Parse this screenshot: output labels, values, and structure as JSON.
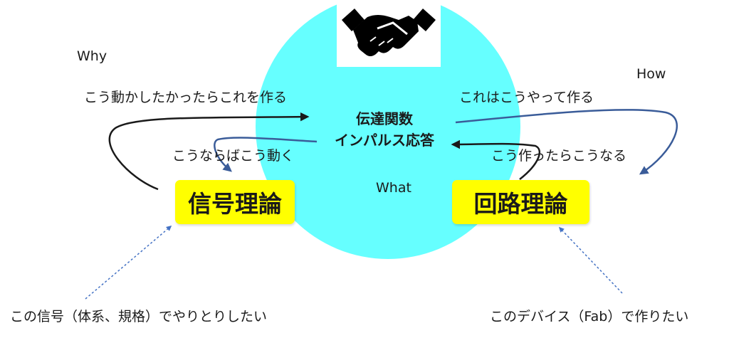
{
  "colors": {
    "circle": "#66ffff",
    "box": "#ffff00",
    "arrow_black": "#1a1a1a",
    "arrow_blue": "#3a5c99",
    "arrow_dotted": "#4472c4"
  },
  "icons": {
    "top": "handshake-icon"
  },
  "labels": {
    "why": "Why",
    "how": "How",
    "what": "What",
    "center_line1": "伝達関数",
    "center_line2": "インパルス応答",
    "make_if_move": "こう動かしたかったらこれを作る",
    "moves_if": "こうならばこう動く",
    "made_like_this": "これはこうやって作る",
    "becomes_if_made": "こう作ったらこうなる",
    "signal_theory": "信号理論",
    "circuit_theory": "回路理論",
    "bottom_left": "この信号（体系、規格）でやりとりしたい",
    "bottom_right": "このデバイス（Fab）で作りたい"
  }
}
